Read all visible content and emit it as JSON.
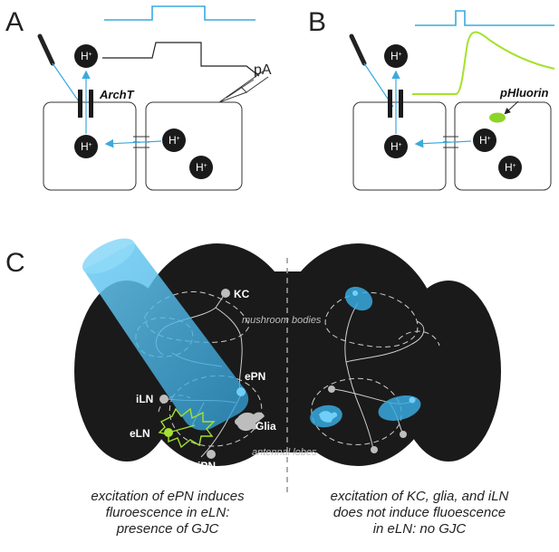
{
  "panels": {
    "a": "A",
    "b": "B",
    "c": "C"
  },
  "ions": {
    "h": "H",
    "plus": "+"
  },
  "labels": {
    "archt": "ArchT",
    "pa": "pA",
    "phluorin": "pHluorin"
  },
  "brain": {
    "kc": "KC",
    "mushroom_bodies": "mushroom bodies",
    "epn": "ePN",
    "iln": "iLN",
    "eln": "eLN",
    "glia": "Glia",
    "ipn": "iPN",
    "antennal_lobes": "antennal lobes"
  },
  "captions": {
    "left": [
      "excitation of ePN induces",
      "fluroescence in eLN:",
      "presence of GJC"
    ],
    "right": [
      "excitation of KC, glia, and iLN",
      "does not induce fluoescence",
      "in eLN: no GJC"
    ]
  },
  "colors": {
    "light_blue": "#3aaadf",
    "stim_blue": "#5ec3ee",
    "green": "#a4e22c",
    "black": "#1a1a1a",
    "gray": "#555555"
  }
}
